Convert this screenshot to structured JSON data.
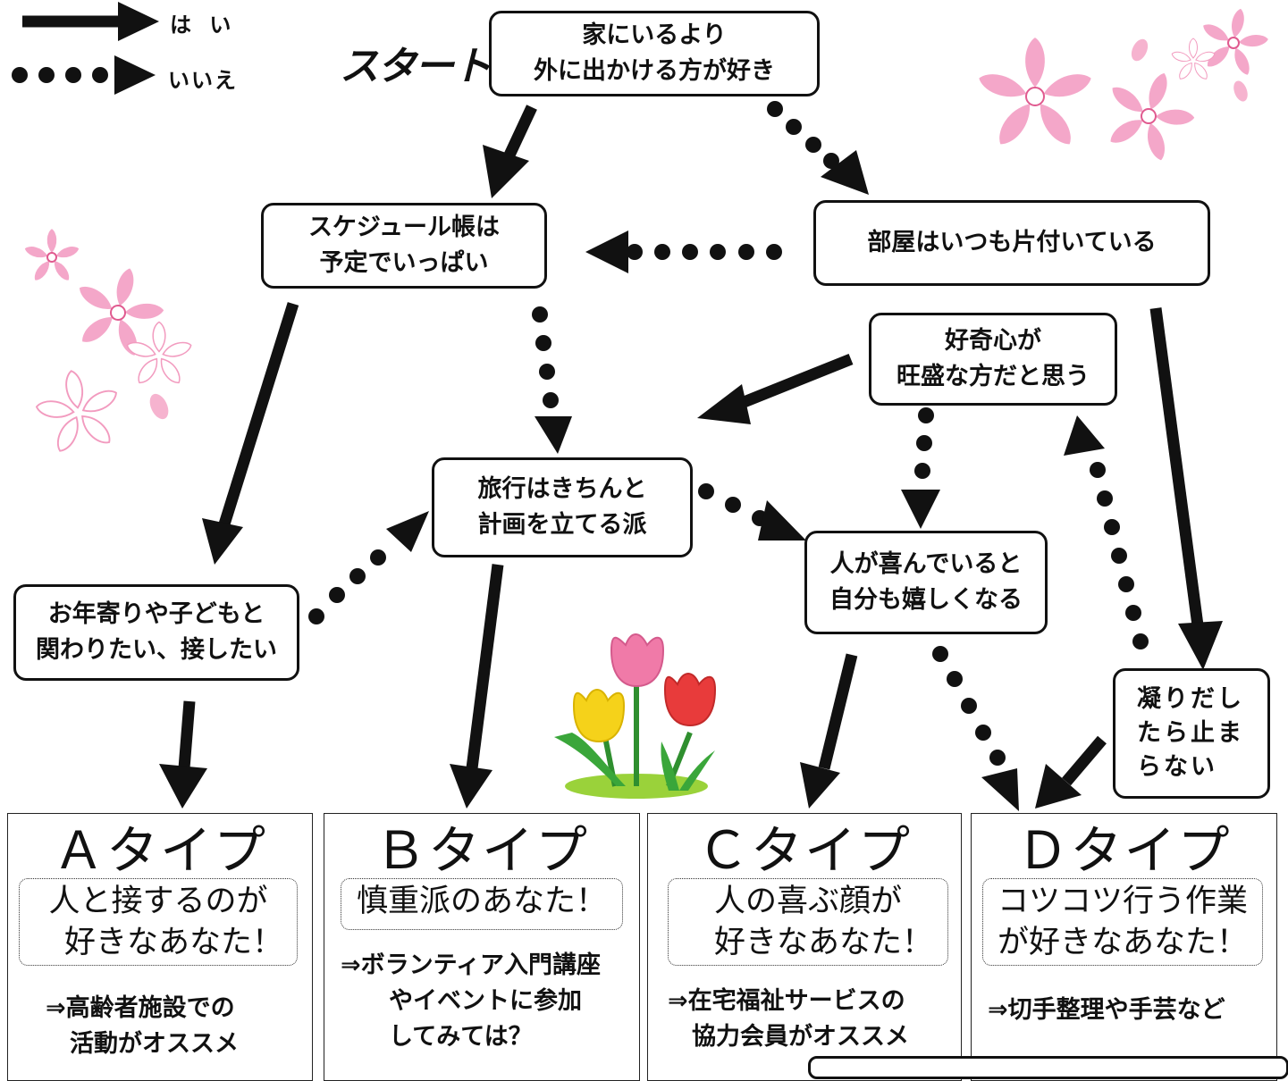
{
  "legend": {
    "yes_label": "は い",
    "no_label": "いいえ"
  },
  "start_label": "スタート",
  "questions": {
    "q1": "家にいるより\n外に出かける方が好き",
    "q2": "スケジュール帳は\n予定でいっぱい",
    "q3": "部屋はいつも片付いている",
    "q4": "好奇心が\n旺盛な方だと思う",
    "q5": "旅行はきちんと\n計画を立てる派",
    "q6": "人が喜んでいると\n自分も嬉しくなる",
    "q7": "お年寄りや子どもと\n関わりたい、接したい",
    "q8": "凝りだし\nたら止ま\nらない"
  },
  "results": [
    {
      "title": "Ａタイプ",
      "subtitle": "人と接するのが\n　好きなあなた！",
      "recommendation": "⇒高齢者施設での\n　活動がオススメ"
    },
    {
      "title": "Ｂタイプ",
      "subtitle": "慎重派のあなた！",
      "recommendation": "⇒ボランティア入門講座\n　　やイベントに参加\n　　してみては？"
    },
    {
      "title": "Ｃタイプ",
      "subtitle": "人の喜ぶ顔が\n　好きなあなた！",
      "recommendation": "⇒在宅福祉サービスの\n　協力会員がオススメ"
    },
    {
      "title": "Ｄタイプ",
      "subtitle": "コツコツ行う作業\nが好きなあなた！",
      "recommendation": "⇒切手整理や手芸など"
    }
  ],
  "colors": {
    "line": "#111111",
    "sakura_pink": "#f2a5c8",
    "sakura_center": "#e05a8f",
    "tulip_pink": "#f07aa8",
    "tulip_red": "#e83b3b",
    "tulip_yellow": "#f5d21a",
    "leaf": "#3aa63a",
    "grass": "#9ad23a"
  },
  "icons": [
    "sakura-flower-icon",
    "tulip-flower-icon"
  ]
}
